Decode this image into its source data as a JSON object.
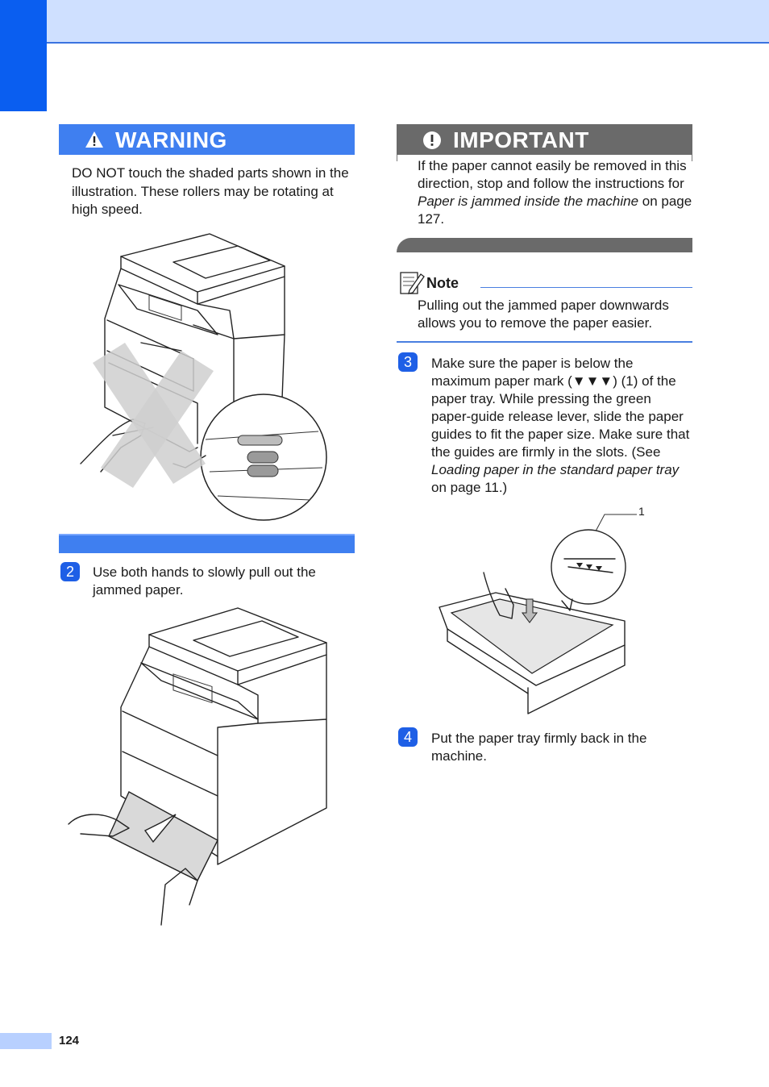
{
  "warning": {
    "title": "WARNING",
    "text": "DO NOT touch the shaded parts shown in the illustration. These rollers may be rotating at high speed."
  },
  "important": {
    "title": "IMPORTANT",
    "text_before": "If the paper cannot easily be removed in this direction, stop and follow the instructions for ",
    "text_italic": "Paper is jammed inside the machine",
    "text_after": " on page 127."
  },
  "note": {
    "title": "Note",
    "text": "Pulling out the jammed paper downwards allows you to remove the paper easier."
  },
  "steps": [
    {
      "number": "2",
      "text": "Use both hands to slowly pull out the jammed paper."
    },
    {
      "number": "3",
      "text_before": "Make sure the paper is below the maximum paper mark (▼▼▼) (1) of the paper tray. While pressing the green paper-guide release lever, slide the paper guides to fit the paper size. Make sure that the guides are firmly in the slots. (See ",
      "text_italic": "Loading paper in the standard paper tray",
      "text_after": " on page 11.)"
    },
    {
      "number": "4",
      "text": "Put the paper tray firmly back in the machine."
    }
  ],
  "callout_label": "1",
  "page_number": "124"
}
